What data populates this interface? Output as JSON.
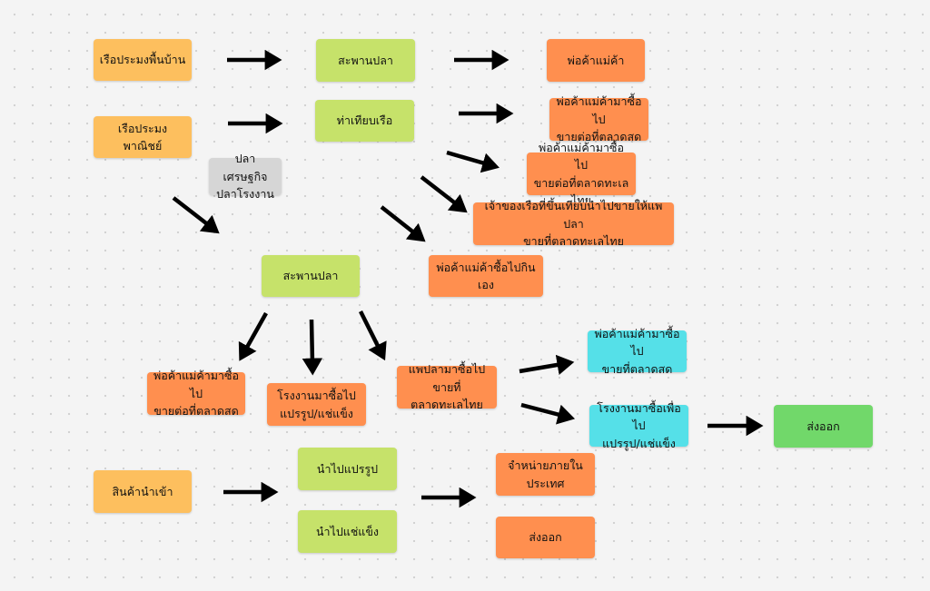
{
  "nodes": {
    "rua_pramong_puen_ban": "เรือประมงพื้นบ้าน",
    "rua_pramong_panit": "เรือประมงพาณิชย์",
    "pla_setthakit": "ปลาเศรษฐกิจ\nปลาโรงงาน",
    "saphan_pla_top": "สะพานปลา",
    "tha_tiap_rua": "ท่าเทียบเรือ",
    "pho_kha_mae_kha": "พ่อค้าแม่ค้า",
    "pho_kha_sue_khai_talat_sot_1": "พ่อค้าแม่ค้ามาซื้อไป\nขายต่อที่ตลาดสด",
    "pho_kha_sue_khai_talat_thale": "พ่อค้าแม่ค้ามาซื้อไป\nขายต่อที่ตลาดทะเลไทย",
    "chao_khong_rua": "เจ้าของเรือที่ขึ้นเทียบนำไปขายให้แพปลา\nขายที่ตลาดทะเลไทย",
    "pho_kha_kin_eng": "พ่อค้าแม่ค้าซื้อไปกินเอง",
    "saphan_pla_mid": "สะพานปลา",
    "pho_kha_sue_khai_talat_sot_2": "พ่อค้าแม่ค้ามาซื้อไป\nขายต่อที่ตลาดสด",
    "rong_ngan_sue_praerup": "โรงงานมาซื้อไป\nแปรรูป/แช่แข็ง",
    "phae_pla": "แพปลามาซื้อไปขายที่\nตลาดทะเลไทย",
    "pho_kha_talat_sot_cyan": "พ่อค้าแม่ค้ามาซื้อไป\nขายที่ตลาดสด",
    "rong_ngan_cyan": "โรงงานมาซื้อเพื่อไป\nแปรรูป/แช่แข็ง",
    "song_ok_green": "ส่งออก",
    "sin_kha_nam_khao": "สินค้านำเข้า",
    "nam_pai_praerup": "นำไปแปรรูป",
    "nam_pai_chae_khaeng": "นำไปแช่แข็ง",
    "chamnai_phai_nai": "จำหน่ายภายใน\nประเทศ",
    "song_ok_orange": "ส่งออก"
  },
  "colors": {
    "yellow": "#fdbf5e",
    "green": "#c6e26a",
    "orange": "#ff8f4f",
    "gray": "#d6d6d6",
    "cyan": "#55e0e8",
    "bright_green": "#71d86a",
    "arrow": "#000000"
  }
}
